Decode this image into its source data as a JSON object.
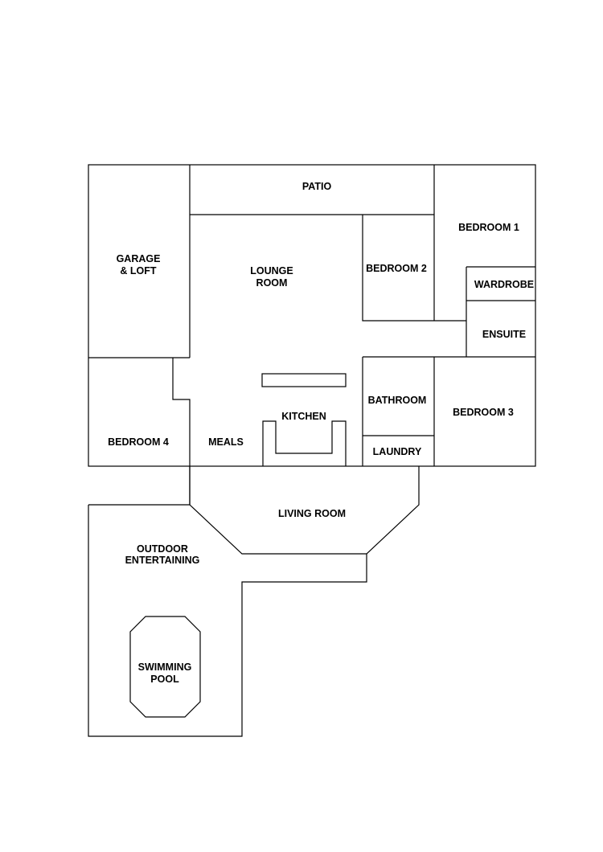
{
  "rooms": {
    "patio": "PATIO",
    "bedroom1": "BEDROOM 1",
    "garage_line1": "GARAGE",
    "garage_line2": "& LOFT",
    "lounge_line1": "LOUNGE",
    "lounge_line2": "ROOM",
    "bedroom2": "BEDROOM 2",
    "wardrobe": "WARDROBE",
    "ensuite": "ENSUITE",
    "bathroom": "BATHROOM",
    "bedroom3": "BEDROOM 3",
    "kitchen": "KITCHEN",
    "bedroom4": "BEDROOM 4",
    "meals": "MEALS",
    "laundry": "LAUNDRY",
    "living_room": "LIVING ROOM",
    "outdoor_line1": "OUTDOOR",
    "outdoor_line2": "ENTERTAINING",
    "pool_line1": "SWIMMING",
    "pool_line2": "POOL"
  }
}
